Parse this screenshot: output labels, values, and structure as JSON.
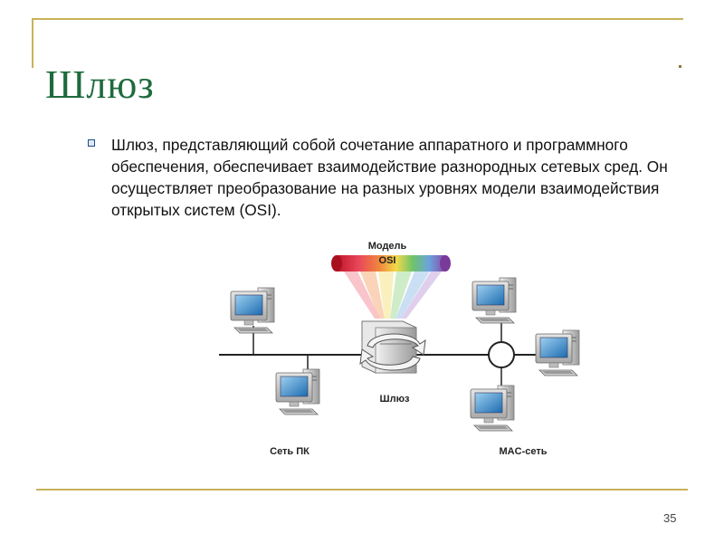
{
  "slide": {
    "title": "Шлюз",
    "bullet": "Шлюз, представляющий собой сочетание аппаратного и программного обеспечения, обеспечивает взаимодействие разнородных сетевых сред. Он осуществляет преобразование на разных уровнях модели взаимодействия открытых систем (OSI).",
    "page_number": "35"
  },
  "diagram": {
    "osi_label_line1": "Модель",
    "osi_label_line2": "OSI",
    "gateway_label": "Шлюз",
    "pc_network_label": "Сеть ПК",
    "mac_network_label": "MAC-сеть"
  },
  "colors": {
    "title": "#1e6a3e",
    "frame": "#c8b25a",
    "network_line": "#222222"
  }
}
